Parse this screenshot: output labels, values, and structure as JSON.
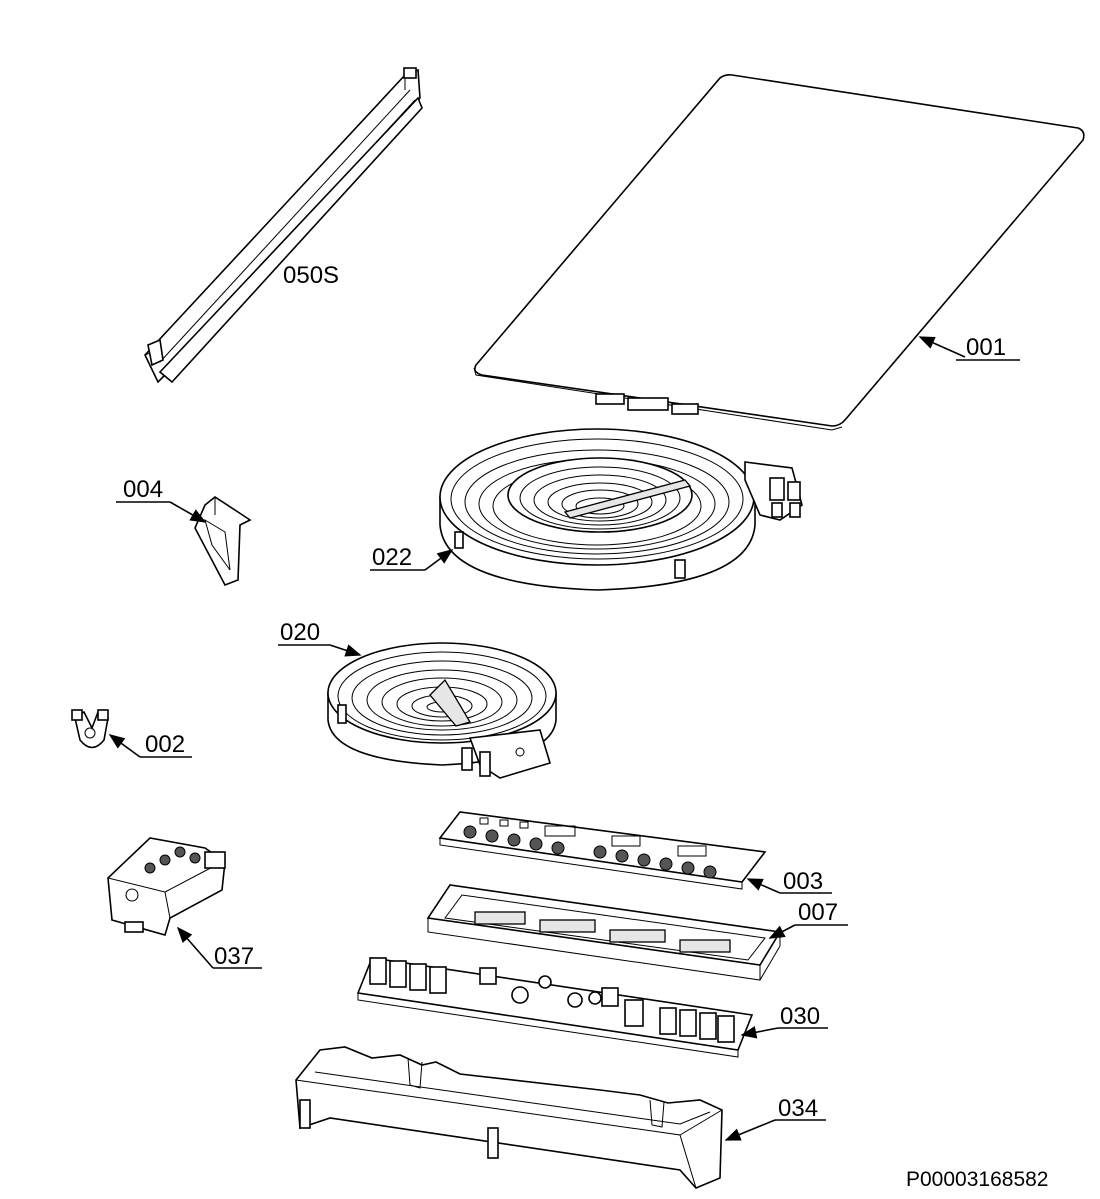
{
  "document_id": "P00003168582",
  "parts": [
    {
      "id": "part-050s",
      "label": "050S",
      "description": "frame-rail"
    },
    {
      "id": "part-001",
      "label": "001",
      "description": "glass-ceramic-top"
    },
    {
      "id": "part-004",
      "label": "004",
      "description": "fixing-clip"
    },
    {
      "id": "part-022",
      "label": "022",
      "description": "dual-radiant-heating-element"
    },
    {
      "id": "part-020",
      "label": "020",
      "description": "radiant-heating-element"
    },
    {
      "id": "part-002",
      "label": "002",
      "description": "cable-clamp"
    },
    {
      "id": "part-037",
      "label": "037",
      "description": "terminal-block"
    },
    {
      "id": "part-003",
      "label": "003",
      "description": "touch-control-board"
    },
    {
      "id": "part-007",
      "label": "007",
      "description": "board-holder"
    },
    {
      "id": "part-030",
      "label": "030",
      "description": "power-board"
    },
    {
      "id": "part-034",
      "label": "034",
      "description": "electronics-housing"
    }
  ]
}
